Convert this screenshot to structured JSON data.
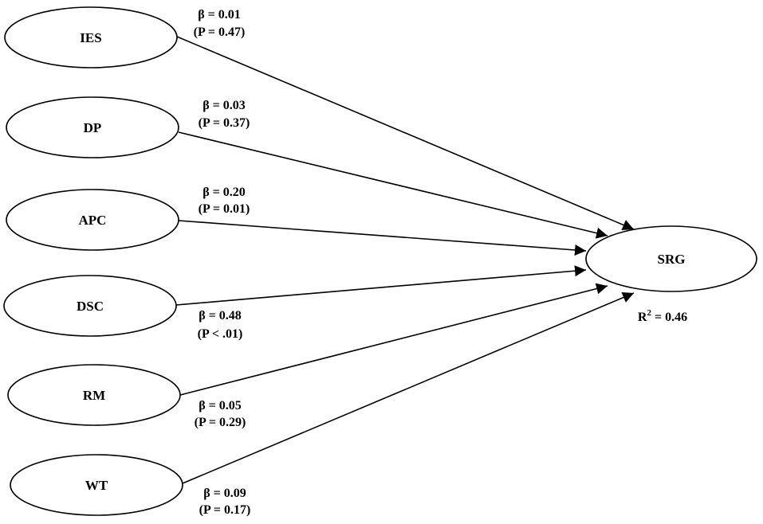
{
  "diagram": {
    "predictors": [
      {
        "id": "ies",
        "label": "IES",
        "beta": "β = 0.01",
        "p": "(P = 0.47)"
      },
      {
        "id": "dp",
        "label": "DP",
        "beta": "β = 0.03",
        "p": "(P = 0.37)"
      },
      {
        "id": "apc",
        "label": "APC",
        "beta": "β = 0.20",
        "p": "(P = 0.01)"
      },
      {
        "id": "dsc",
        "label": "DSC",
        "beta": "β = 0.48",
        "p": "(P < .01)"
      },
      {
        "id": "rm",
        "label": "RM",
        "beta": "β = 0.05",
        "p": "(P = 0.29)"
      },
      {
        "id": "wt",
        "label": "WT",
        "beta": "β = 0.09",
        "p": "(P = 0.17)"
      }
    ],
    "outcome": {
      "label": "SRG",
      "r2_prefix": "R",
      "r2_exp": "2",
      "r2_value": " = 0.46"
    }
  }
}
